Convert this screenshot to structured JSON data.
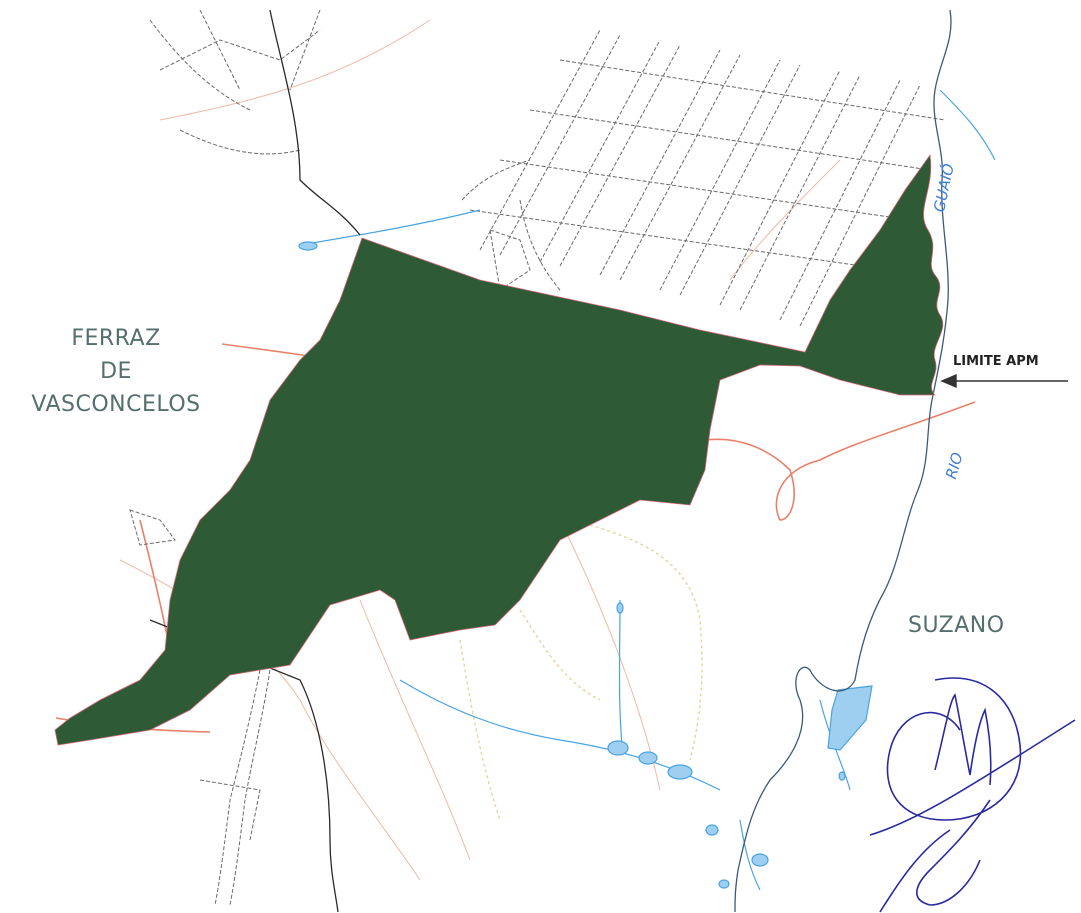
{
  "map": {
    "labels": {
      "municipality_west_line1": "FERRAZ",
      "municipality_west_line2": "DE",
      "municipality_west_line3": "VASCONCELOS",
      "municipality_east": "SUZANO",
      "boundary_marker": "LIMITE APM",
      "river_name_north": "GUAIÓ",
      "river_name_south": "RIO"
    },
    "colors": {
      "protected_area_fill": "#2e5a35",
      "street_outline": "#6a6a6a",
      "water": "#4aa3e0",
      "road_red": "#e8806a",
      "municipal_border": "#2a2a2a",
      "trail_yellow": "#e8d49a",
      "signature_ink": "#2a2aa0",
      "label_text": "#556e6e"
    },
    "legend": {
      "arrow_points_to": "boundary_marker"
    }
  }
}
